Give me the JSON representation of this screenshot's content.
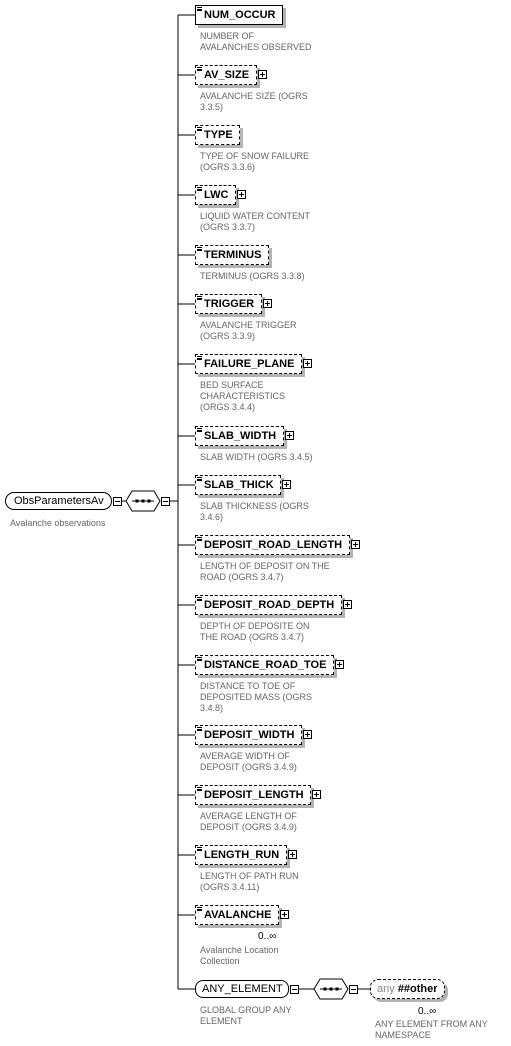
{
  "root": {
    "name": "ObsParametersAv",
    "doc": "Avalanche observations"
  },
  "elements": [
    {
      "name": "NUM_OCCUR",
      "doc": "NUMBER OF\nAVALANCHES OBSERVED",
      "optional": false,
      "expandable": false
    },
    {
      "name": "AV_SIZE",
      "doc": "AVALANCHE SIZE (OGRS\n3.3.5)",
      "optional": true,
      "expandable": true
    },
    {
      "name": "TYPE",
      "doc": "TYPE OF SNOW FAILURE\n(OGRS 3.3.6)",
      "optional": true,
      "expandable": false
    },
    {
      "name": "LWC",
      "doc": "LIQUID WATER CONTENT\n (OGRS 3.3.7)",
      "optional": true,
      "expandable": true
    },
    {
      "name": "TERMINUS",
      "doc": "TERMINUS (OGRS 3.3.8)",
      "optional": true,
      "expandable": false
    },
    {
      "name": "TRIGGER",
      "doc": "AVALANCHE TRIGGER\n(OGRS 3.3.9)",
      "optional": true,
      "expandable": true
    },
    {
      "name": "FAILURE_PLANE",
      "doc": "BED SURFACE\nCHARACTERISTICS\n(ORGS 3.4.4)",
      "optional": true,
      "expandable": true
    },
    {
      "name": "SLAB_WIDTH",
      "doc": "SLAB WIDTH (OGRS 3.4.5)",
      "optional": true,
      "expandable": true
    },
    {
      "name": "SLAB_THICK",
      "doc": "SLAB THICKNESS (OGRS\n3.4.6)",
      "optional": true,
      "expandable": true
    },
    {
      "name": "DEPOSIT_ROAD_LENGTH",
      "doc": "LENGTH OF DEPOSIT ON THE\nROAD (OGRS 3.4.7)",
      "optional": true,
      "expandable": true
    },
    {
      "name": "DEPOSIT_ROAD_DEPTH",
      "doc": "DEPTH OF DEPOSITE ON\nTHE ROAD (OGRS 3.4.7)",
      "optional": true,
      "expandable": true
    },
    {
      "name": "DISTANCE_ROAD_TOE",
      "doc": "DISTANCE TO TOE OF\nDEPOSITED MASS (OGRS\n3.4.8)",
      "optional": true,
      "expandable": true
    },
    {
      "name": "DEPOSIT_WIDTH",
      "doc": "AVERAGE WIDTH OF\nDEPOSIT (OGRS 3.4.9)",
      "optional": true,
      "expandable": true
    },
    {
      "name": "DEPOSIT_LENGTH",
      "doc": "AVERAGE LENGTH OF\nDEPOSIT (OGRS 3.4.9)",
      "optional": true,
      "expandable": true
    },
    {
      "name": "LENGTH_RUN",
      "doc": "LENGTH OF PATH RUN\n(OGRS 3.4.11)",
      "optional": true,
      "expandable": true
    },
    {
      "name": "AVALANCHE",
      "doc": "Avalanche Location\nCollection",
      "optional": true,
      "expandable": true,
      "cardinality": "0..∞"
    }
  ],
  "any_element": {
    "name": "ANY_ELEMENT",
    "doc": "GLOBAL GROUP ANY\nELEMENT",
    "wildcard_keyword": "any",
    "wildcard_namespace": "##other",
    "wildcard_cardinality": "0..∞",
    "wildcard_doc": "ANY ELEMENT FROM ANY\nNAMESPACE"
  }
}
